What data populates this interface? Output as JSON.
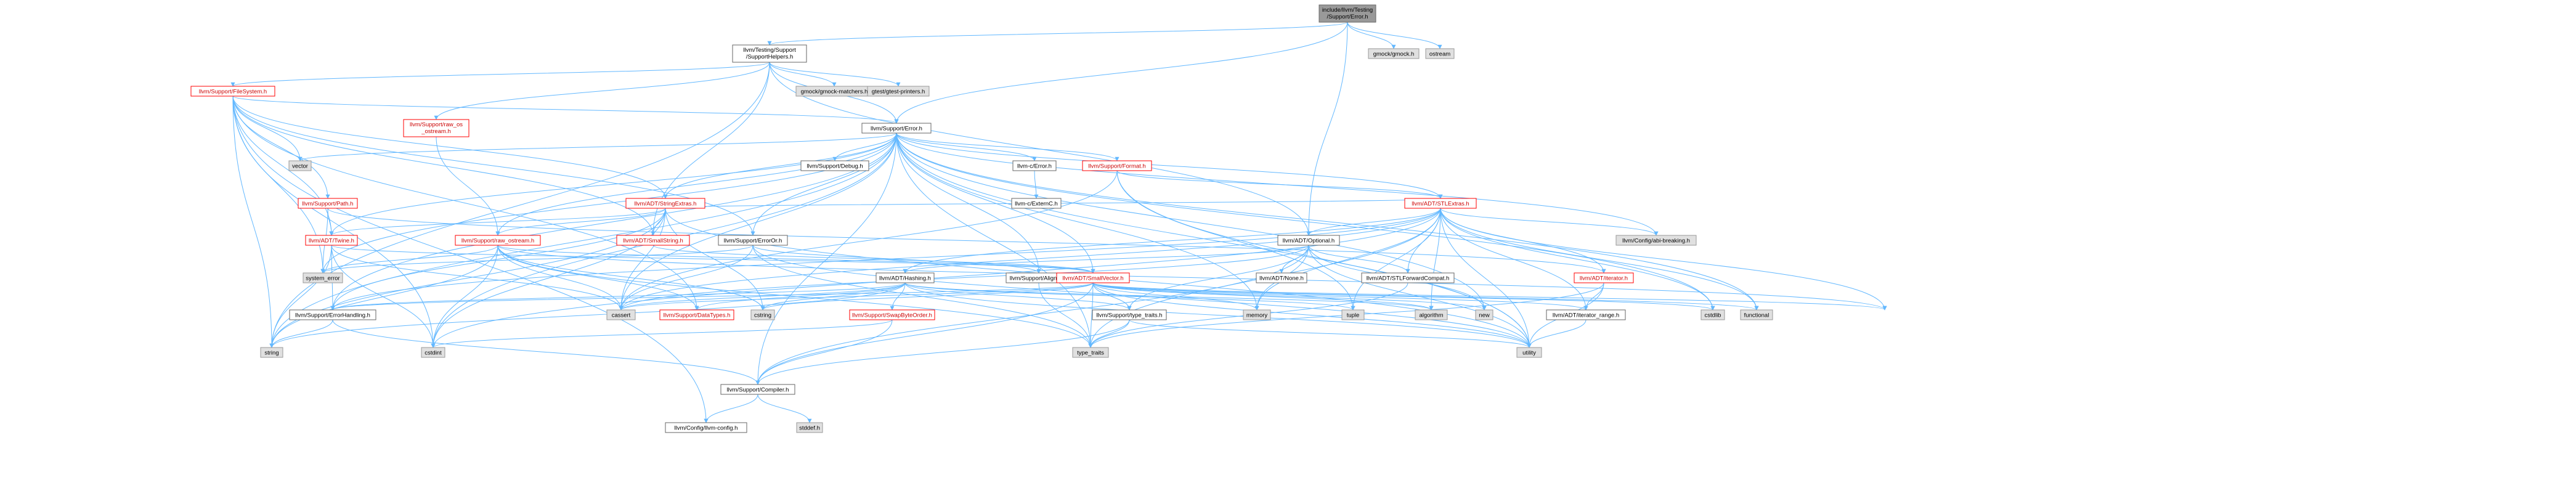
{
  "colors": {
    "root_fill": "#999999",
    "node_fill": "#ffffff",
    "node_border": "#666666",
    "missing_fill": "#e0e0e0",
    "missing_border": "#999999",
    "incomplete_border": "#ff0000",
    "incomplete_text": "#cc0000",
    "edge": "#63b8ff"
  },
  "nodes": [
    {
      "id": "root",
      "lines": [
        "include/llvm/Testing",
        "/Support/Error.h"
      ],
      "kind": "root"
    },
    {
      "id": "supporthelpers",
      "lines": [
        "llvm/Testing/Support",
        "/SupportHelpers.h"
      ],
      "kind": "normal"
    },
    {
      "id": "gmock",
      "lines": [
        "gmock/gmock.h"
      ],
      "kind": "missing"
    },
    {
      "id": "ostream",
      "lines": [
        "ostream"
      ],
      "kind": "missing"
    },
    {
      "id": "filesystem",
      "lines": [
        "llvm/Support/FileSystem.h"
      ],
      "kind": "red"
    },
    {
      "id": "gmockmatchers",
      "lines": [
        "gmock/gmock-matchers.h"
      ],
      "kind": "missing"
    },
    {
      "id": "gtestprinters",
      "lines": [
        "gtest/gtest-printers.h"
      ],
      "kind": "missing"
    },
    {
      "id": "rawos",
      "lines": [
        "llvm/Support/raw_os",
        "_ostream.h"
      ],
      "kind": "red"
    },
    {
      "id": "supporterror",
      "lines": [
        "llvm/Support/Error.h"
      ],
      "kind": "normal"
    },
    {
      "id": "vector",
      "lines": [
        "vector"
      ],
      "kind": "missing"
    },
    {
      "id": "debug",
      "lines": [
        "llvm/Support/Debug.h"
      ],
      "kind": "normal"
    },
    {
      "id": "cerror",
      "lines": [
        "llvm-c/Error.h"
      ],
      "kind": "normal"
    },
    {
      "id": "format",
      "lines": [
        "llvm/Support/Format.h"
      ],
      "kind": "red"
    },
    {
      "id": "externc",
      "lines": [
        "llvm-c/ExternC.h"
      ],
      "kind": "normal"
    },
    {
      "id": "path",
      "lines": [
        "llvm/Support/Path.h"
      ],
      "kind": "red"
    },
    {
      "id": "stringextras",
      "lines": [
        "llvm/ADT/StringExtras.h"
      ],
      "kind": "red"
    },
    {
      "id": "stlextras",
      "lines": [
        "llvm/ADT/STLExtras.h"
      ],
      "kind": "red"
    },
    {
      "id": "twine",
      "lines": [
        "llvm/ADT/Twine.h"
      ],
      "kind": "red"
    },
    {
      "id": "rawostream",
      "lines": [
        "llvm/Support/raw_ostream.h"
      ],
      "kind": "red"
    },
    {
      "id": "erroror",
      "lines": [
        "llvm/Support/ErrorOr.h"
      ],
      "kind": "normal"
    },
    {
      "id": "smallstring",
      "lines": [
        "llvm/ADT/SmallString.h"
      ],
      "kind": "red"
    },
    {
      "id": "optional",
      "lines": [
        "llvm/ADT/Optional.h"
      ],
      "kind": "normal"
    },
    {
      "id": "abibreaking",
      "lines": [
        "llvm/Config/abi-breaking.h"
      ],
      "kind": "missing"
    },
    {
      "id": "systemerror",
      "lines": [
        "system_error"
      ],
      "kind": "missing"
    },
    {
      "id": "hashing",
      "lines": [
        "llvm/ADT/Hashing.h"
      ],
      "kind": "normal"
    },
    {
      "id": "alignof",
      "lines": [
        "llvm/Support/AlignOf.h"
      ],
      "kind": "normal"
    },
    {
      "id": "smallvector",
      "lines": [
        "llvm/ADT/SmallVector.h"
      ],
      "kind": "red"
    },
    {
      "id": "none",
      "lines": [
        "llvm/ADT/None.h"
      ],
      "kind": "normal"
    },
    {
      "id": "stlforward",
      "lines": [
        "llvm/ADT/STLForwardCompat.h"
      ],
      "kind": "normal"
    },
    {
      "id": "iterator",
      "lines": [
        "llvm/ADT/iterator.h"
      ],
      "kind": "red"
    },
    {
      "id": "errorhandling",
      "lines": [
        "llvm/Support/ErrorHandling.h"
      ],
      "kind": "normal"
    },
    {
      "id": "cassert",
      "lines": [
        "cassert"
      ],
      "kind": "missing"
    },
    {
      "id": "datatypes",
      "lines": [
        "llvm/Support/DataTypes.h"
      ],
      "kind": "red"
    },
    {
      "id": "cstring",
      "lines": [
        "cstring"
      ],
      "kind": "missing"
    },
    {
      "id": "swapbyteorder",
      "lines": [
        "llvm/Support/SwapByteOrder.h"
      ],
      "kind": "red"
    },
    {
      "id": "typetraitsllvm",
      "lines": [
        "llvm/Support/type_traits.h"
      ],
      "kind": "normal"
    },
    {
      "id": "memory",
      "lines": [
        "memory"
      ],
      "kind": "missing"
    },
    {
      "id": "tuple",
      "lines": [
        "tuple"
      ],
      "kind": "missing"
    },
    {
      "id": "algorithm",
      "lines": [
        "algorithm"
      ],
      "kind": "missing"
    },
    {
      "id": "new",
      "lines": [
        "new"
      ],
      "kind": "missing"
    },
    {
      "id": "iteratorrange",
      "lines": [
        "llvm/ADT/iterator_range.h"
      ],
      "kind": "normal"
    },
    {
      "id": "cstdlib",
      "lines": [
        "cstdlib"
      ],
      "kind": "missing"
    },
    {
      "id": "functional",
      "lines": [
        "functional"
      ],
      "kind": "missing"
    },
    {
      "id": "string",
      "lines": [
        "string"
      ],
      "kind": "missing"
    },
    {
      "id": "cstdint",
      "lines": [
        "cstdint"
      ],
      "kind": "missing"
    },
    {
      "id": "compiler",
      "lines": [
        "llvm/Support/Compiler.h"
      ],
      "kind": "normal"
    },
    {
      "id": "typetraits",
      "lines": [
        "type_traits"
      ],
      "kind": "missing"
    },
    {
      "id": "utility",
      "lines": [
        "utility"
      ],
      "kind": "missing"
    },
    {
      "id": "llvmconfig",
      "lines": [
        "llvm/Config/llvm-config.h"
      ],
      "kind": "normal"
    },
    {
      "id": "stddef",
      "lines": [
        "stddef.h"
      ],
      "kind": "missing"
    }
  ],
  "edges": [
    [
      "root",
      "supporthelpers"
    ],
    [
      "root",
      "gmock"
    ],
    [
      "root",
      "ostream"
    ],
    [
      "root",
      "supporterror"
    ],
    [
      "root",
      "optional"
    ],
    [
      "supporthelpers",
      "filesystem"
    ],
    [
      "supporthelpers",
      "gmockmatchers"
    ],
    [
      "supporthelpers",
      "gtestprinters"
    ],
    [
      "supporthelpers",
      "rawos"
    ],
    [
      "supporthelpers",
      "supporterror"
    ],
    [
      "supporthelpers",
      "optional"
    ],
    [
      "supporthelpers",
      "smallstring"
    ],
    [
      "supporthelpers",
      "string"
    ],
    [
      "filesystem",
      "supporterror"
    ],
    [
      "filesystem",
      "path"
    ],
    [
      "filesystem",
      "twine"
    ],
    [
      "filesystem",
      "smallstring"
    ],
    [
      "filesystem",
      "erroror"
    ],
    [
      "filesystem",
      "vector"
    ],
    [
      "filesystem",
      "systemerror"
    ],
    [
      "filesystem",
      "string"
    ],
    [
      "filesystem",
      "cstdint"
    ],
    [
      "filesystem",
      "datatypes"
    ],
    [
      "filesystem",
      "llvmconfig"
    ],
    [
      "filesystem",
      "stringextras"
    ],
    [
      "rawos",
      "rawostream"
    ],
    [
      "supporterror",
      "abibreaking"
    ],
    [
      "supporterror",
      "stlextras"
    ],
    [
      "supporterror",
      "smallvector"
    ],
    [
      "supporterror",
      "twine"
    ],
    [
      "supporterror",
      "debug"
    ],
    [
      "supporterror",
      "cerror"
    ],
    [
      "supporterror",
      "alignof"
    ],
    [
      "supporterror",
      "compiler"
    ],
    [
      "supporterror",
      "errorhandling"
    ],
    [
      "supporterror",
      "erroror"
    ],
    [
      "supporterror",
      "format"
    ],
    [
      "supporterror",
      "rawostream"
    ],
    [
      "supporterror",
      "cassert"
    ],
    [
      "supporterror",
      "cstdint"
    ],
    [
      "supporterror",
      "cstdlib"
    ],
    [
      "supporterror",
      "functional"
    ],
    [
      "supporterror",
      "memory"
    ],
    [
      "supporterror",
      "new"
    ],
    [
      "supporterror",
      "string"
    ],
    [
      "supporterror",
      "systemerror"
    ],
    [
      "supporterror",
      "typetraits"
    ],
    [
      "supporterror",
      "utility"
    ],
    [
      "supporterror",
      "vector"
    ],
    [
      "supporterror",
      "stringextras"
    ],
    [
      "cerror",
      "externc"
    ],
    [
      "format",
      "stlextras"
    ],
    [
      "format",
      "cassert"
    ],
    [
      "format",
      "tuple"
    ],
    [
      "format",
      "utility"
    ],
    [
      "path",
      "twine"
    ],
    [
      "path",
      "iterator"
    ],
    [
      "path",
      "systemerror"
    ],
    [
      "stringextras",
      "stlextras"
    ],
    [
      "stringextras",
      "smallstring"
    ],
    [
      "stringextras",
      "twine"
    ],
    [
      "stringextras",
      "rawostream"
    ],
    [
      "stringextras",
      "errorhandling"
    ],
    [
      "stringextras",
      "cassert"
    ],
    [
      "stringextras",
      "cstring"
    ],
    [
      "stringextras",
      "cstdint"
    ],
    [
      "stringextras",
      "string"
    ],
    [
      "stringextras",
      "utility"
    ],
    [
      "stlextras",
      "optional"
    ],
    [
      "stlextras",
      "stlforward"
    ],
    [
      "stlextras",
      "iterator"
    ],
    [
      "stlextras",
      "iteratorrange"
    ],
    [
      "stlextras",
      "abibreaking"
    ],
    [
      "stlextras",
      "errorhandling"
    ],
    [
      "stlextras",
      "algorithm"
    ],
    [
      "stlextras",
      "cassert"
    ],
    [
      "stlextras",
      "cstddef"
    ],
    [
      "stlextras",
      "cstdint"
    ],
    [
      "stlextras",
      "cstdlib"
    ],
    [
      "stlextras",
      "functional"
    ],
    [
      "stlextras",
      "memory"
    ],
    [
      "stlextras",
      "tuple"
    ],
    [
      "stlextras",
      "typetraits"
    ],
    [
      "stlextras",
      "utility"
    ],
    [
      "stlextras",
      "hashing"
    ],
    [
      "twine",
      "smallvector"
    ],
    [
      "twine",
      "errorhandling"
    ],
    [
      "twine",
      "cassert"
    ],
    [
      "twine",
      "cstdint"
    ],
    [
      "twine",
      "string"
    ],
    [
      "rawostream",
      "datatypes"
    ],
    [
      "rawostream",
      "cassert"
    ],
    [
      "rawostream",
      "cstddef"
    ],
    [
      "rawostream",
      "cstdint"
    ],
    [
      "rawostream",
      "cstring"
    ],
    [
      "rawostream",
      "string"
    ],
    [
      "rawostream",
      "systemerror"
    ],
    [
      "rawostream",
      "typetraits"
    ],
    [
      "rawostream",
      "smallvector"
    ],
    [
      "erroror",
      "alignof"
    ],
    [
      "erroror",
      "cassert"
    ],
    [
      "erroror",
      "systemerror"
    ],
    [
      "erroror",
      "typetraits"
    ],
    [
      "erroror",
      "utility"
    ],
    [
      "smallstring",
      "smallvector"
    ],
    [
      "optional",
      "none"
    ],
    [
      "optional",
      "stlforward"
    ],
    [
      "optional",
      "compiler"
    ],
    [
      "optional",
      "typetraitsllvm"
    ],
    [
      "optional",
      "cassert"
    ],
    [
      "optional",
      "memory"
    ],
    [
      "optional",
      "new"
    ],
    [
      "optional",
      "utility"
    ],
    [
      "optional",
      "hashing"
    ],
    [
      "hashing",
      "datatypes"
    ],
    [
      "hashing",
      "errorhandling"
    ],
    [
      "hashing",
      "swapbyteorder"
    ],
    [
      "hashing",
      "typetraitsllvm"
    ],
    [
      "hashing",
      "algorithm"
    ],
    [
      "hashing",
      "cassert"
    ],
    [
      "hashing",
      "cstring"
    ],
    [
      "hashing",
      "string"
    ],
    [
      "hashing",
      "tuple"
    ],
    [
      "hashing",
      "utility"
    ],
    [
      "alignof",
      "typetraits"
    ],
    [
      "smallvector",
      "compiler"
    ],
    [
      "smallvector",
      "typetraitsllvm"
    ],
    [
      "smallvector",
      "algorithm"
    ],
    [
      "smallvector",
      "cassert"
    ],
    [
      "smallvector",
      "cstddef"
    ],
    [
      "smallvector",
      "cstdlib"
    ],
    [
      "smallvector",
      "cstring"
    ],
    [
      "smallvector",
      "functional"
    ],
    [
      "smallvector",
      "memory"
    ],
    [
      "smallvector",
      "new"
    ],
    [
      "smallvector",
      "typetraits"
    ],
    [
      "smallvector",
      "utility"
    ],
    [
      "smallvector",
      "iteratorrange"
    ],
    [
      "smallvector",
      "errorhandling"
    ],
    [
      "stlforward",
      "typetraits"
    ],
    [
      "iterator",
      "iteratorrange"
    ],
    [
      "iterator",
      "typetraits"
    ],
    [
      "iterator",
      "utility"
    ],
    [
      "errorhandling",
      "compiler"
    ],
    [
      "errorhandling",
      "string"
    ],
    [
      "swapbyteorder",
      "compiler"
    ],
    [
      "swapbyteorder",
      "cstdint"
    ],
    [
      "typetraitsllvm",
      "compiler"
    ],
    [
      "typetraitsllvm",
      "typetraits"
    ],
    [
      "typetraitsllvm",
      "utility"
    ],
    [
      "iteratorrange",
      "utility"
    ],
    [
      "compiler",
      "llvmconfig"
    ],
    [
      "compiler",
      "stddef"
    ]
  ]
}
